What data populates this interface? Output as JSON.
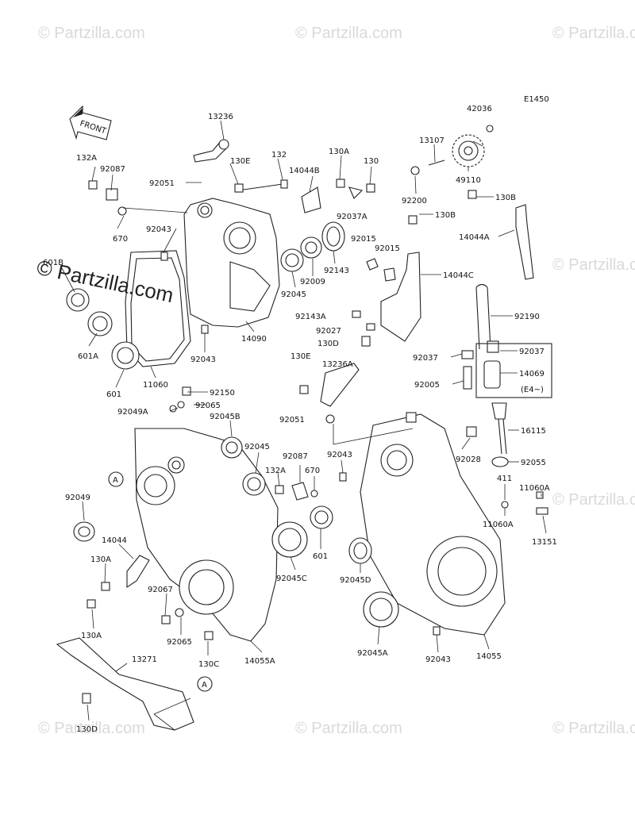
{
  "diagram_code": "E1450",
  "front_label": "FRONT",
  "watermark": "© Partzilla.com",
  "labels": {
    "l13236": "13236",
    "l132A_top": "132A",
    "l92087_top": "92087",
    "l92051_top": "92051",
    "l130E_top": "130E",
    "l132": "132",
    "l14044B": "14044B",
    "l130A_top": "130A",
    "l130_top": "130",
    "l92037A": "92037A",
    "l670_top": "670",
    "l92043_top": "92043",
    "l601B": "601B",
    "l601A": "601A",
    "l601": "601",
    "l11060": "11060",
    "l92043_mid": "92043",
    "l14090": "14090",
    "l92045_top": "92045",
    "l92009": "92009",
    "l92143": "92143",
    "l92015a": "92015",
    "l92015b": "92015",
    "l92143A": "92143A",
    "l92027": "92027",
    "l130D_mid": "130D",
    "l130E_mid": "130E",
    "l13236A": "13236A",
    "l92051_mid": "92051",
    "l42036": "42036",
    "l13107": "13107",
    "l49110": "49110",
    "l92200": "92200",
    "l130B_a": "130B",
    "l130B_b": "130B",
    "l14044A": "14044A",
    "l14044C": "14044C",
    "l92190": "92190",
    "l92037": "92037",
    "l92037b": "92037",
    "l14069": "14069",
    "l E4": "(E4~)",
    "l92005": "92005",
    "l92150": "92150",
    "l92065_top": "92065",
    "l92049A": "92049A",
    "l92045B": "92045B",
    "l92045_mid": "92045",
    "l92049": "92049",
    "l14044": "14044",
    "l130A_mid": "130A",
    "l130A_bot": "130A",
    "l92067": "92067",
    "l92065_bot": "92065",
    "l130C": "130C",
    "l14055A": "14055A",
    "l13271": "13271",
    "l130D_bot": "130D",
    "l92087_mid": "92087",
    "l132A_mid": "132A",
    "l670_mid": "670",
    "l601_mid": "601",
    "l92045C": "92045C",
    "l92043_low": "92043",
    "l92028": "92028",
    "l16115": "16115",
    "l92055": "92055",
    "l411": "411",
    "l11060A_a": "11060A",
    "l11060A_b": "11060A",
    "l13151": "13151",
    "l92045D": "92045D",
    "l92045A": "92045A",
    "l92043_bot": "92043",
    "l14055": "14055",
    "refA_1": "A",
    "refA_2": "A"
  }
}
